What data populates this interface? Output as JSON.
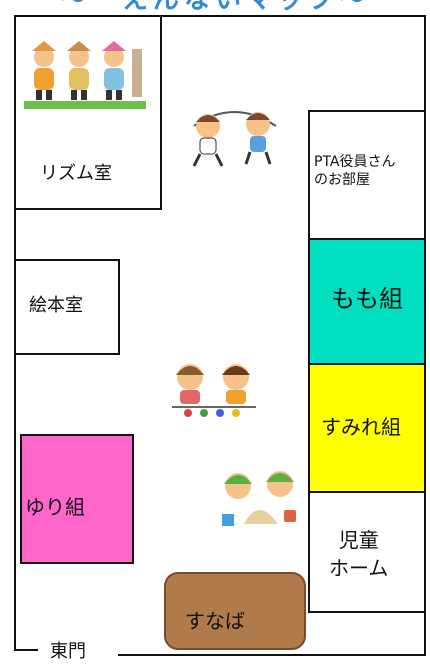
{
  "header": {
    "title_partial": "〜ーえんないマップ〜"
  },
  "rooms": {
    "rhythm": "リズム室",
    "pta": "PTA役員さん\nのお部屋",
    "picture_book": "絵本室",
    "momo": "もも組",
    "sumire": "すみれ組",
    "yuri": "ゆり組",
    "jido": "児童\nホーム",
    "sunaba": "すなば"
  },
  "gate": {
    "label": "東門"
  },
  "colors": {
    "momo": "#00e0c0",
    "sumire": "#ffff00",
    "yuri": "#ff66cc",
    "sunaba": "#b07a4a",
    "sunaba_border": "#7a4a2a",
    "wall": "#111111"
  },
  "icons": [
    "children-picture-icon",
    "jump-rope-children-icon",
    "children-playing-icon",
    "sandbox-children-icon"
  ]
}
